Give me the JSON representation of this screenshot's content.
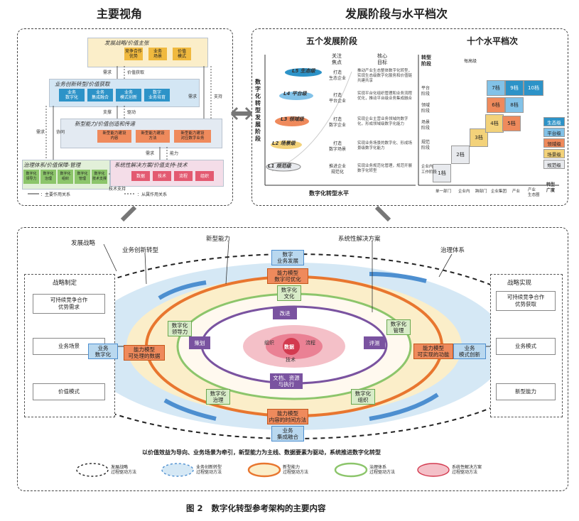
{
  "titles": {
    "main_perspective": "主要视角",
    "stages_levels": "发展阶段与水平档次",
    "figure_caption": "图 2   数字化转型参考架构的主要内容"
  },
  "perspective": {
    "layer_strategy": "发展战略/价值主张",
    "strategy_chips": [
      "竞争合作\n优势",
      "业务\n场景",
      "价值\n模式"
    ],
    "layer_business": "业务创新转型/价值获取",
    "business_chips": [
      "业务\n数字化",
      "业务\n集成融合",
      "业务\n模式创新",
      "数字\n业务培育"
    ],
    "layer_capability": "新型能力/价值创造和传递",
    "capability_chips": [
      "新型能力建设\n内容",
      "新型能力建设\n方法",
      "新型能力建设\n对应数字业务"
    ],
    "layer_solution": "系统性解决方案/价值支持-技术",
    "solution_chips": [
      "数据",
      "技术",
      "流程",
      "组织"
    ],
    "layer_governance": "治理体系/价值保障-管理",
    "governance_chips": [
      "数字化\n领导力",
      "数字化\n治理",
      "数字化\n组织",
      "数字化\n管理",
      "数字化\n技术支撑"
    ],
    "side_labels": [
      "需求",
      "价值获取",
      "支撑",
      "驱动",
      "需求",
      "能力",
      "需求",
      "支持",
      "需求",
      "协同",
      "技术支持"
    ],
    "legend_main": "：主要作用关系",
    "legend_sub": "：从属作用关系"
  },
  "stages": {
    "title_stages": "五个发展阶段",
    "title_levels": "十个水平档次",
    "yaxis": "数字化转型发展阶段",
    "xaxis": "数字化转型水平",
    "col_focus": "关注\n焦点",
    "col_goal": "核心\n目标",
    "stage_names": [
      "L5 生态级",
      "L4 平台级",
      "L3 领域级",
      "L2 场景级",
      "L1 规范级"
    ],
    "focus": [
      "打造\n生态企业",
      "打造\n平台企业",
      "打造\n数字企业",
      "打造\n数字场景",
      "推进企业\n规范化"
    ],
    "goals": [
      "推动产业生态整体数字化转型，实现生态级数字化服务和价值链共建共享",
      "实现平台化组织管理和业务流程优化，推动平台级业务集成融合",
      "实现企业主营业务领域的数字化，形成领域级数字化能力",
      "实现业务场景的数字化、形成场景级数字化能力",
      "实现业务规范化管理，规范开展数字化转型"
    ],
    "level_axis": "转型\n阶段",
    "right_labels": [
      "生态级",
      "平台级",
      "领域级",
      "场景级",
      "规范级"
    ],
    "level_note": "每高级",
    "level_cells": [
      "1档",
      "2档",
      "3档",
      "4档",
      "5档",
      "6档",
      "7档",
      "8档",
      "9档",
      "10档"
    ],
    "row_labels": [
      "平台\n阶段",
      "领域\n阶段",
      "场景\n阶段",
      "规范\n阶段",
      "企业内\n工作阶段"
    ],
    "col_labels": [
      "单一部门",
      "企业内",
      "跨部门",
      "企业集团",
      "产业",
      "产业\n生态圈"
    ],
    "xaxis2": "转型\n广度"
  },
  "center": {
    "top_labels": [
      "发展战略",
      "业务创新转型",
      "新型能力",
      "系统性解决方案",
      "治理体系"
    ],
    "left_title": "战略制定",
    "left_boxes": [
      "可持续竞争合作\n优势需求",
      "业务场景",
      "价值模式"
    ],
    "right_title": "战略实现",
    "right_boxes": [
      "可持续竞争合作\n优势获取",
      "业务模式",
      "新型能力"
    ],
    "biz_nodes": [
      "数字\n业务发展",
      "业务\n数字化",
      "业务\n模式创新",
      "业务\n集成融合"
    ],
    "cap_nodes": [
      "能力模型\n数字可优化",
      "能力模型\n可处理的数据",
      "能力模型\n可实现的功能",
      "能力模型\n内容的时间方法"
    ],
    "gov_nodes": [
      "数字化\n文化",
      "数字化\n领导力",
      "数字化\n管理",
      "数字化\n治理",
      "数字化\n组织"
    ],
    "sol_nodes": [
      "改进",
      "策划",
      "评测",
      "文档、资源\n与执行"
    ],
    "core": [
      "组织",
      "数据",
      "流程",
      "技术"
    ],
    "slogan": "以价值效益为导向、业务场景为牵引，新型能力为主线、数据要素为驱动，系统推进数字化转型",
    "legend": [
      "发展战略\n过程驱动方法",
      "业务创新转型\n过程驱动方法",
      "新型能力\n过程驱动方法",
      "治理体系\n过程驱动方法",
      "系统性解决方案\n过程驱动方法"
    ]
  }
}
